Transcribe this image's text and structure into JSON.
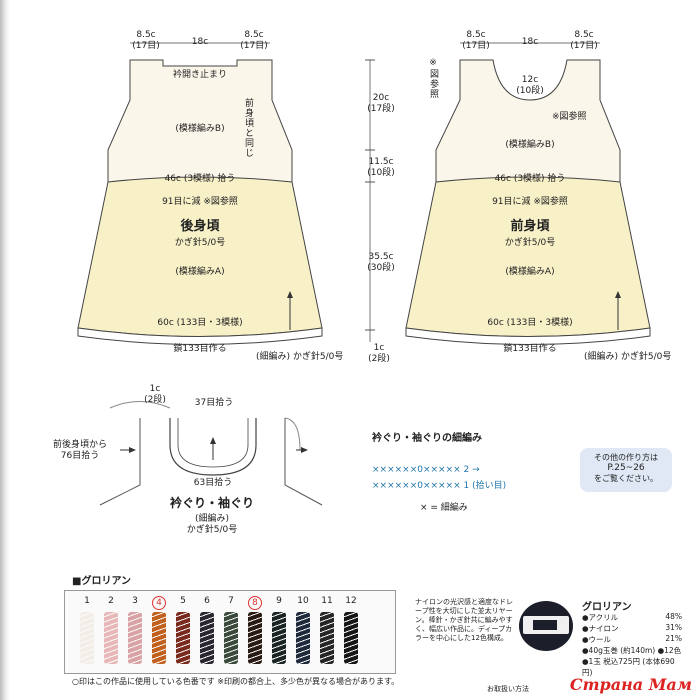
{
  "back": {
    "top_left": "8.5c",
    "top_left_rows": "(17目)",
    "top_center": "18c",
    "top_right": "8.5c",
    "top_right_rows": "(17目)",
    "neck_note": "衿開き止まり",
    "side_note": "前身頃と同じ",
    "yoke_pattern": "(模様編みB)",
    "pickup": "46c (3模様) 拾う",
    "decrease": "91目に減 ※図参照",
    "title": "後身頃",
    "hook": "かぎ針5/0号",
    "skirt_pattern": "(模様編みA)",
    "hem": "60c (133目・3模様)",
    "chain": "鎖133目作る",
    "edge": "(細編み) かぎ針5/0号"
  },
  "front": {
    "top_left": "8.5c",
    "top_left_rows": "(17目)",
    "top_center": "18c",
    "top_right": "8.5c",
    "top_right_rows": "(17目)",
    "neck_depth": "12c",
    "neck_depth_rows": "(10段)",
    "ref_left": "※図参照",
    "ref_right": "※図参照",
    "yoke_pattern": "(模様編みB)",
    "pickup": "46c (3模様) 拾う",
    "decrease": "91目に減 ※図参照",
    "title": "前身頃",
    "hook": "かぎ針5/0号",
    "skirt_pattern": "(模様編みA)",
    "hem": "60c (133目・3模様)",
    "chain": "鎖133目作る",
    "edge": "(細編み) かぎ針5/0号"
  },
  "dims": {
    "d1": "20c",
    "d1r": "(17段)",
    "d2": "11.5c",
    "d2r": "(10段)",
    "d3": "35.5c",
    "d3r": "(30段)",
    "d4": "1c",
    "d4r": "(2段)"
  },
  "collar": {
    "top": "1c",
    "top_rows": "(2段)",
    "pick37": "37目拾う",
    "side1": "前後身頃から",
    "side2": "76目拾う",
    "pick63": "63目拾う",
    "title": "衿ぐり・袖ぐり",
    "sub": "(細編み)",
    "hook": "かぎ針5/0号"
  },
  "stitch": {
    "title": "衿ぐり・袖ぐりの細編み",
    "row2": "××××××0××××× 2 →",
    "row1": "××××××0××××× 1 (拾い目)",
    "key": "× = 細編み"
  },
  "info": {
    "l1": "その他の作り方は",
    "l2": "P.25~26",
    "l3": "をご覧ください。"
  },
  "legend": {
    "title": "■グロリアン",
    "numbers": [
      "1",
      "2",
      "3",
      "4",
      "5",
      "6",
      "7",
      "8",
      "9",
      "10",
      "11",
      "12"
    ],
    "circled": [
      4,
      8
    ],
    "colors": [
      "#f2ede6",
      "#e8b8b8",
      "#d9a3a5",
      "#c0601c",
      "#7a2a1c",
      "#2a2630",
      "#3a4a3a",
      "#2a1a14",
      "#1a2424",
      "#1e2a3c",
      "#262626",
      "#161616"
    ],
    "note": "○印はこの作品に使用している色番です  ※印刷の都合上、多少色が異なる場合があります。"
  },
  "yarn": {
    "desc": "ナイロンの光沢感と適度なドレープ性を大切にした並太リヤーン。棒針・かぎ針共に編みやすく、幅広い作品に。ディープカラーを中心にした12色構成。",
    "handling": "お取扱い方法",
    "name": "グロリアン",
    "s1": "●アクリル",
    "s1v": "48%",
    "s2": "●ナイロン",
    "s2v": "31%",
    "s3": "●ウール",
    "s3v": "21%",
    "s4": "●40g玉巻 (約140m) ●12色",
    "s5": "●1玉 税込725円 (本体690円)"
  },
  "watermark": "Страна Мам"
}
